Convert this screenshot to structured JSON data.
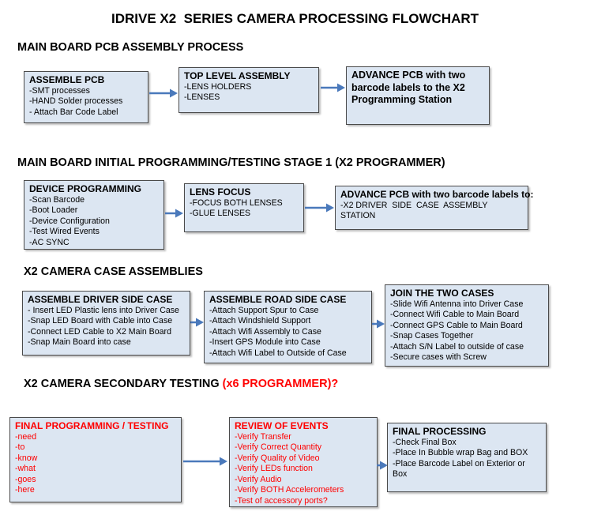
{
  "title": "IDRIVE X2  SERIES CAMERA PROCESSING FLOWCHART",
  "colors": {
    "box_bg": "#dce6f2",
    "box_border": "#4a4a4a",
    "arrow_blue": "#4a79bb",
    "alert_red": "#ff0000"
  },
  "sections": [
    {
      "heading": "MAIN BOARD PCB ASSEMBLY PROCESS",
      "boxes": [
        {
          "title": "ASSEMBLE PCB",
          "items": [
            "-SMT processes",
            "-HAND Solder processes",
            "- Attach Bar Code Label"
          ]
        },
        {
          "title": "TOP LEVEL ASSEMBLY",
          "items": [
            "-LENS HOLDERS",
            "-LENSES"
          ]
        },
        {
          "title": "ADVANCE PCB with two barcode labels to the   X2 Programming Station",
          "items": []
        }
      ]
    },
    {
      "heading": "MAIN BOARD INITIAL PROGRAMMING/TESTING STAGE 1 (X2 PROGRAMMER)",
      "boxes": [
        {
          "title": "DEVICE PROGRAMMING",
          "items": [
            "-Scan Barcode",
            "-Boot Loader",
            "-Device Configuration",
            "-Test Wired Events",
            "-AC SYNC"
          ]
        },
        {
          "title": "LENS FOCUS",
          "items": [
            "-FOCUS BOTH LENSES",
            "-GLUE LENSES"
          ]
        },
        {
          "title": "ADVANCE PCB with two barcode labels to:",
          "items": [
            "-X2 DRIVER  SIDE  CASE  ASSEMBLY STATION"
          ]
        }
      ]
    },
    {
      "heading": "X2 CAMERA CASE ASSEMBLIES",
      "boxes": [
        {
          "title": "ASSEMBLE DRIVER SIDE CASE",
          "items": [
            "- Insert LED Plastic lens into Driver Case",
            "-Snap LED Board with Cable into Case",
            "-Connect LED Cable to X2 Main Board",
            "-Snap Main Board into case"
          ]
        },
        {
          "title": "ASSEMBLE ROAD SIDE CASE",
          "items": [
            "-Attach Support Spur to Case",
            "-Attach Windshield Support",
            "-Attach Wifi Assembly to Case",
            "-Insert GPS Module into Case",
            "-Attach Wifi Label to Outside of Case"
          ]
        },
        {
          "title": "JOIN THE TWO CASES",
          "items": [
            "-Slide Wifi Antenna into Driver Case",
            "-Connect Wifi Cable to Main Board",
            "-Connect GPS Cable to Main Board",
            "-Snap Cases Together",
            "-Attach S/N Label to outside of case",
            "-Secure cases with Screw"
          ]
        }
      ]
    },
    {
      "heading": "X2 CAMERA SECONDARY TESTING  ",
      "heading_red": "(x6 PROGRAMMER)?",
      "boxes": [
        {
          "title": "FINAL PROGRAMMING / TESTING",
          "items": [
            "-need",
            "-to",
            "-know",
            "-what",
            "-goes",
            "-here"
          ]
        },
        {
          "title": "REVIEW OF EVENTS",
          "items": [
            "-Verify Transfer",
            "-Verify Correct Quantity",
            "-Verify Quality of Video",
            "-Verify LEDs function",
            "-Verify Audio",
            "-Verify BOTH Accelerometers",
            "-Test of accessory ports?"
          ]
        },
        {
          "title": "FINAL PROCESSING",
          "items": [
            "-Check Final Box",
            "-Place In Bubble wrap Bag and BOX",
            "-Place Barcode Label on Exterior or Box"
          ]
        }
      ]
    }
  ]
}
